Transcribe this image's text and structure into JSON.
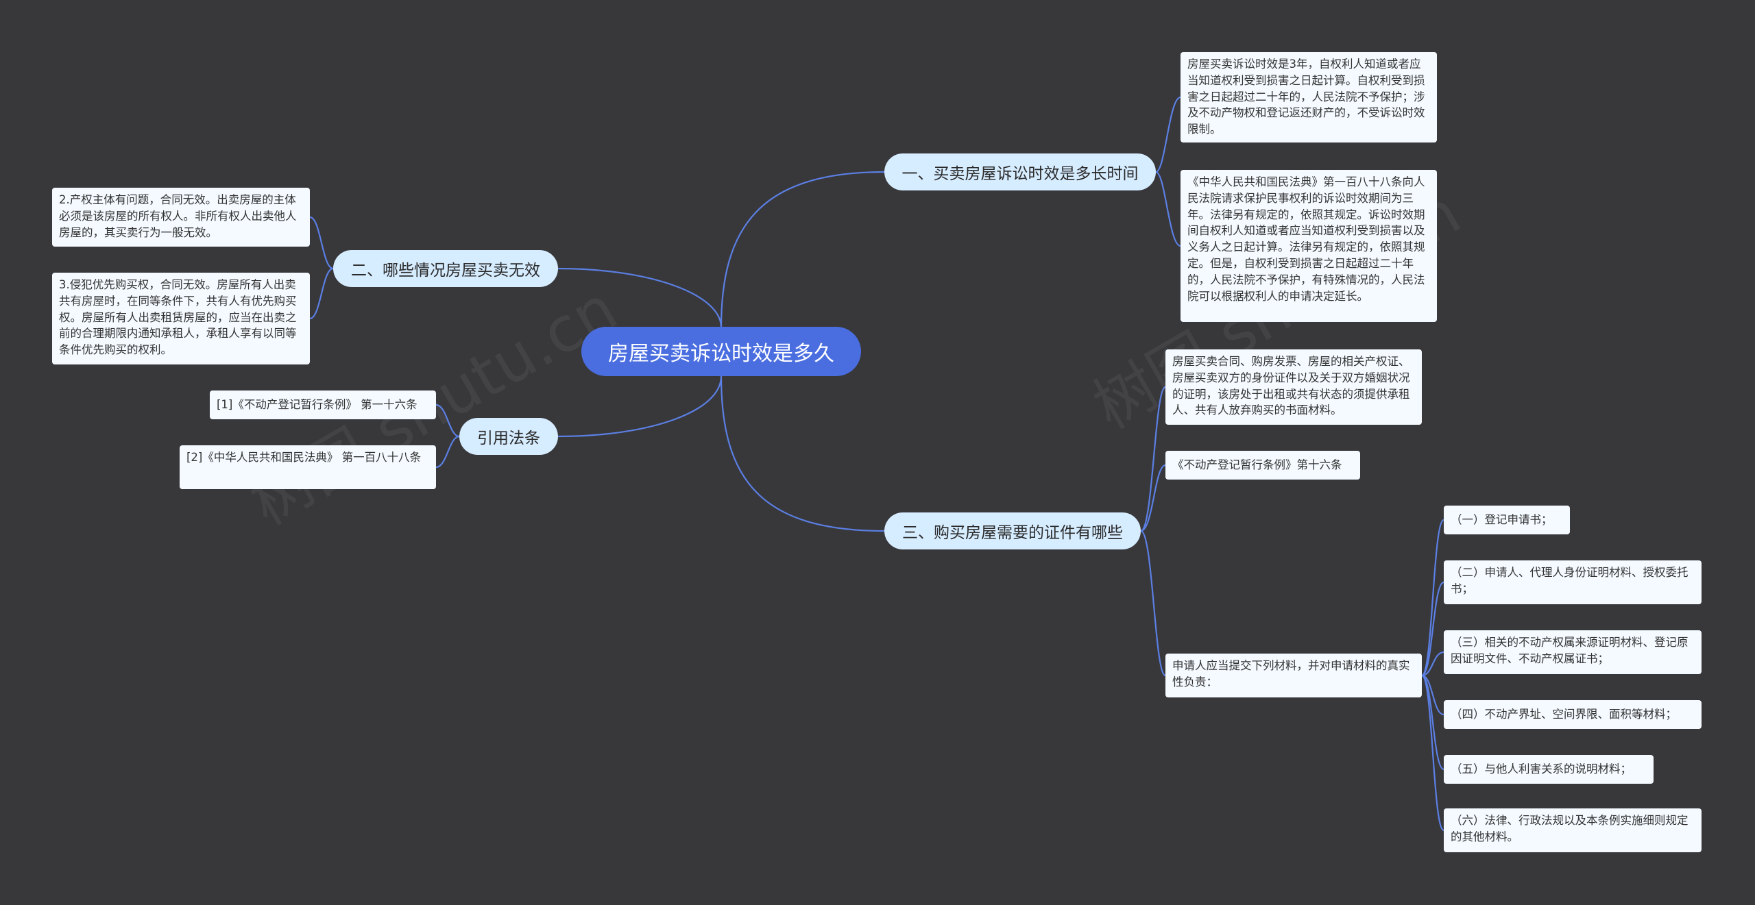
{
  "root": "房屋买卖诉讼时效是多久",
  "branches": {
    "b1": "一、买卖房屋诉讼时效是多长时间",
    "b2": "二、哪些情况房屋买卖无效",
    "b3": "引用法条",
    "b4": "三、购买房屋需要的证件有哪些"
  },
  "leaves": {
    "b1_1": "房屋买卖诉讼时效是3年，自权利人知道或者应当知道权利受到损害之日起计算。自权利受到损害之日起超过二十年的，人民法院不予保护；涉及不动产物权和登记返还财产的，不受诉讼时效限制。",
    "b1_2": "《中华人民共和国民法典》第一百八十八条向人民法院请求保护民事权利的诉讼时效期间为三年。法律另有规定的，依照其规定。诉讼时效期间自权利人知道或者应当知道权利受到损害以及义务人之日起计算。法律另有规定的，依照其规定。但是，自权利受到损害之日起超过二十年的，人民法院不予保护，有特殊情况的，人民法院可以根据权利人的申请决定延长。",
    "b2_1": "2.产权主体有问题，合同无效。出卖房屋的主体必须是该房屋的所有权人。非所有权人出卖他人房屋的，其买卖行为一般无效。",
    "b2_2": "3.侵犯优先购买权，合同无效。房屋所有人出卖共有房屋时，在同等条件下，共有人有优先购买权。房屋所有人出卖租赁房屋的，应当在出卖之前的合理期限内通知承租人，承租人享有以同等条件优先购买的权利。",
    "b3_1": "[1]《不动产登记暂行条例》 第一十六条",
    "b3_2": "[2]《中华人民共和国民法典》 第一百八十八条",
    "b4_1": "房屋买卖合同、购房发票、房屋的相关产权证、房屋买卖双方的身份证件以及关于双方婚姻状况的证明，该房处于出租或共有状态的须提供承租人、共有人放弃购买的书面材料。",
    "b4_2": "《不动产登记暂行条例》第十六条",
    "b4_3": "申请人应当提交下列材料，并对申请材料的真实性负责：",
    "b4_3_1": "（一）登记申请书；",
    "b4_3_2": "（二）申请人、代理人身份证明材料、授权委托书；",
    "b4_3_3": "（三）相关的不动产权属来源证明材料、登记原因证明文件、不动产权属证书；",
    "b4_3_4": "（四）不动产界址、空间界限、面积等材料；",
    "b4_3_5": "（五）与他人利害关系的说明材料；",
    "b4_3_6": "（六）法律、行政法规以及本条例实施细则规定的其他材料。"
  },
  "colors": {
    "background": "#38383b",
    "root": "#4a6ee0",
    "branch": "#d6ecff",
    "leaf": "#f4faff",
    "line": "#5b7fe3"
  }
}
